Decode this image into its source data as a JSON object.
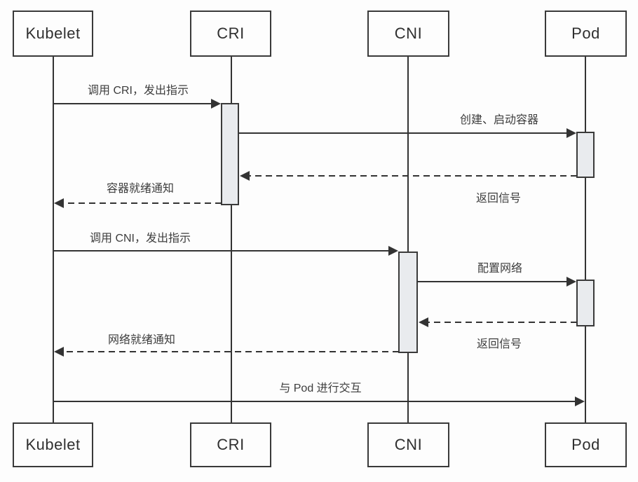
{
  "diagram": {
    "type": "sequence",
    "actors": [
      {
        "id": "kubelet",
        "name": "Kubelet"
      },
      {
        "id": "cri",
        "name": "CRI"
      },
      {
        "id": "cni",
        "name": "CNI"
      },
      {
        "id": "pod",
        "name": "Pod"
      }
    ],
    "messages": [
      {
        "label": "调用 CRI，发出指示",
        "from": "Kubelet",
        "to": "CRI",
        "style": "solid"
      },
      {
        "label": "创建、启动容器",
        "from": "CRI",
        "to": "Pod",
        "style": "solid"
      },
      {
        "label": "返回信号",
        "from": "Pod",
        "to": "CRI",
        "style": "dashed"
      },
      {
        "label": "容器就绪通知",
        "from": "CRI",
        "to": "Kubelet",
        "style": "dashed"
      },
      {
        "label": "调用 CNI，发出指示",
        "from": "Kubelet",
        "to": "CNI",
        "style": "solid"
      },
      {
        "label": "配置网络",
        "from": "CNI",
        "to": "Pod",
        "style": "solid"
      },
      {
        "label": "返回信号",
        "from": "Pod",
        "to": "CNI",
        "style": "dashed"
      },
      {
        "label": "网络就绪通知",
        "from": "CNI",
        "to": "Kubelet",
        "style": "dashed"
      },
      {
        "label": "与 Pod 进行交互",
        "from": "Kubelet",
        "to": "Pod",
        "style": "solid"
      }
    ],
    "activations": [
      {
        "lifeline": "CRI",
        "purpose": "handle create/start container"
      },
      {
        "lifeline": "Pod",
        "purpose": "container starting"
      },
      {
        "lifeline": "CNI",
        "purpose": "handle network setup"
      },
      {
        "lifeline": "Pod",
        "purpose": "network configuring"
      }
    ],
    "colors": {
      "line": "#333333",
      "text": "#3d3d3d",
      "activation_fill": "#e9ebee",
      "activation_border": "#3a3a3a",
      "background": "#fdfdfd"
    }
  }
}
